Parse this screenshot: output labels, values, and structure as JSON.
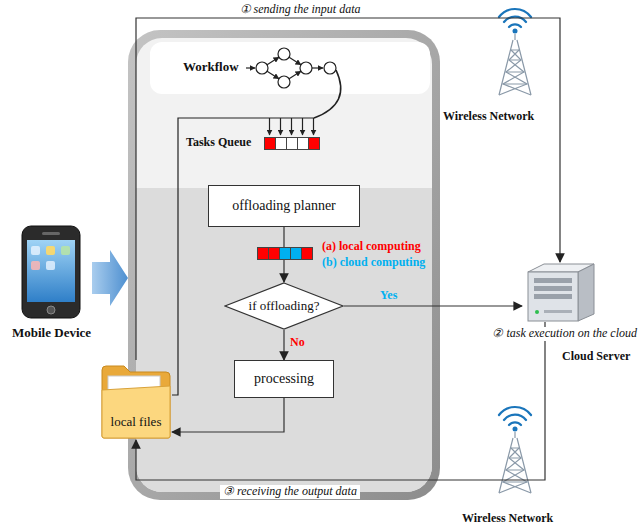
{
  "diagram": {
    "nodes": [
      {
        "text": [
          "offloading planner"
        ]
      },
      {
        "text": [
          "if offloading?"
        ]
      },
      {
        "text": [
          "processing"
        ]
      },
      {
        "text": [
          "local files"
        ]
      },
      {
        "text": [
          "Cloud Server"
        ]
      }
    ],
    "edges": [
      {
        "from": 0,
        "to": 1,
        "arrow": "to"
      },
      {
        "from": 1,
        "to": 4,
        "label": "Yes",
        "arrow": "to"
      },
      {
        "from": 1,
        "to": 2,
        "label": "No",
        "arrow": "to"
      },
      {
        "from": 2,
        "to": 3,
        "arrow": "to"
      },
      {
        "from": 3,
        "to": 4,
        "label": "① sending the input data",
        "arrow": "to"
      },
      {
        "from": 4,
        "to": 3,
        "label": "③ receiving the output data",
        "arrow": "to"
      }
    ],
    "labels": [
      "Workflow",
      "Tasks Queue",
      "Mobile Device",
      "Wireless Network",
      "Wireless Network",
      "② task execution on the cloud"
    ],
    "legend": [
      {
        "text": "(a) local computing",
        "color": "#ff0000"
      },
      {
        "text": "(b) cloud computing",
        "color": "#00b0f0"
      }
    ]
  }
}
